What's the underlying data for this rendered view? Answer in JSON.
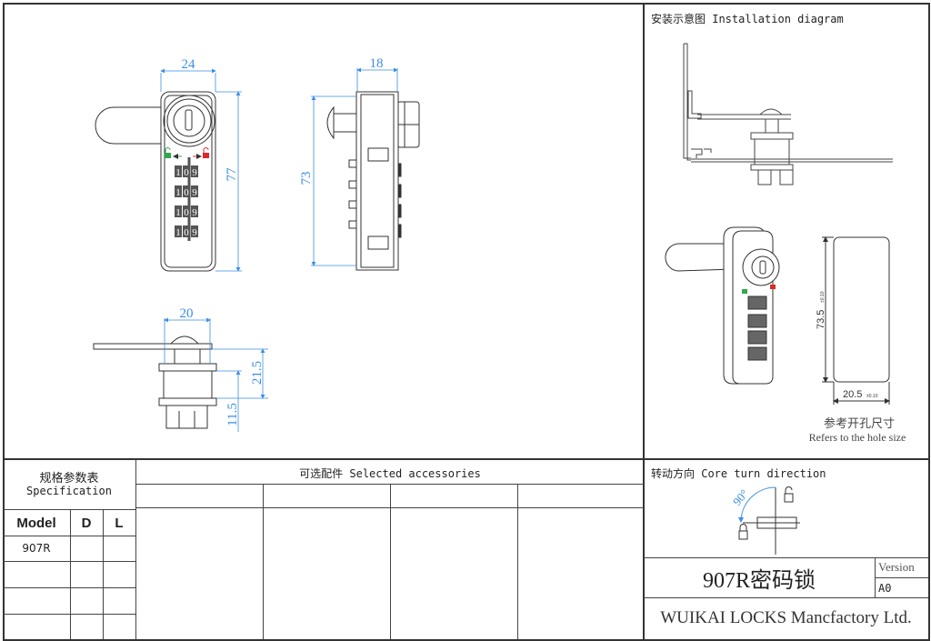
{
  "drawing": {
    "front_view": {
      "width_dim": "24",
      "height_dim": "77",
      "wheel_digits": [
        "1",
        "0",
        "9"
      ]
    },
    "side_view": {
      "width_dim": "18",
      "height_dim": "73"
    },
    "bottom_view": {
      "width_dim": "20",
      "height_dim_1": "21.5",
      "height_dim_2": "11.5"
    }
  },
  "installation": {
    "title": "安装示意图 Installation diagram"
  },
  "hole": {
    "height_dim": "73.5",
    "height_tol": "±0.10",
    "width_dim": "20.5",
    "width_tol": "±0.10",
    "caption_cn": "参考开孔尺寸",
    "caption_en": "Refers to the hole size"
  },
  "spec": {
    "title_cn": "规格参数表",
    "title_en": "Specification",
    "columns": [
      "Model",
      "D",
      "L"
    ],
    "rows": [
      [
        "907R",
        "",
        ""
      ],
      [
        "",
        "",
        ""
      ],
      [
        "",
        "",
        ""
      ],
      [
        "",
        "",
        ""
      ]
    ]
  },
  "accessories": {
    "title": "可选配件 Selected accessories"
  },
  "core_turn": {
    "title": "转动方向 Core turn direction",
    "angle": "90°"
  },
  "title_block": {
    "product": "907R密码锁",
    "version_label": "Version",
    "version": "A0",
    "company": "WUIKAI LOCKS Mancfactory Ltd."
  },
  "colors": {
    "dimension": "#3a8ee6",
    "unlock": "#2fa84f",
    "lock": "#d92b2b",
    "line": "#333333"
  }
}
